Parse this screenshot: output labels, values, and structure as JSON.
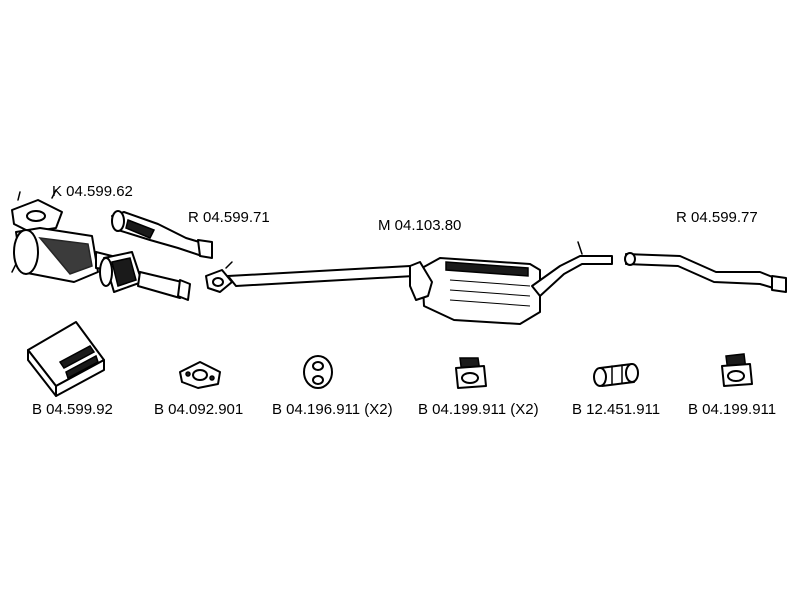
{
  "assembly_labels": {
    "catalyst": "K 04.599.62",
    "front_pipe": "R 04.599.71",
    "middle_silencer": "M 04.103.80",
    "tail_pipe": "R 04.599.77"
  },
  "accessory_labels": {
    "mounting_kit": "B 04.599.92",
    "gasket": "B 04.092.901",
    "rubber_mount_a": "B 04.196.911 (X2)",
    "rubber_mount_b": "B 04.199.911 (X2)",
    "pipe_clamp": "B 12.451.911",
    "rubber_mount_c": "B 04.199.911"
  }
}
